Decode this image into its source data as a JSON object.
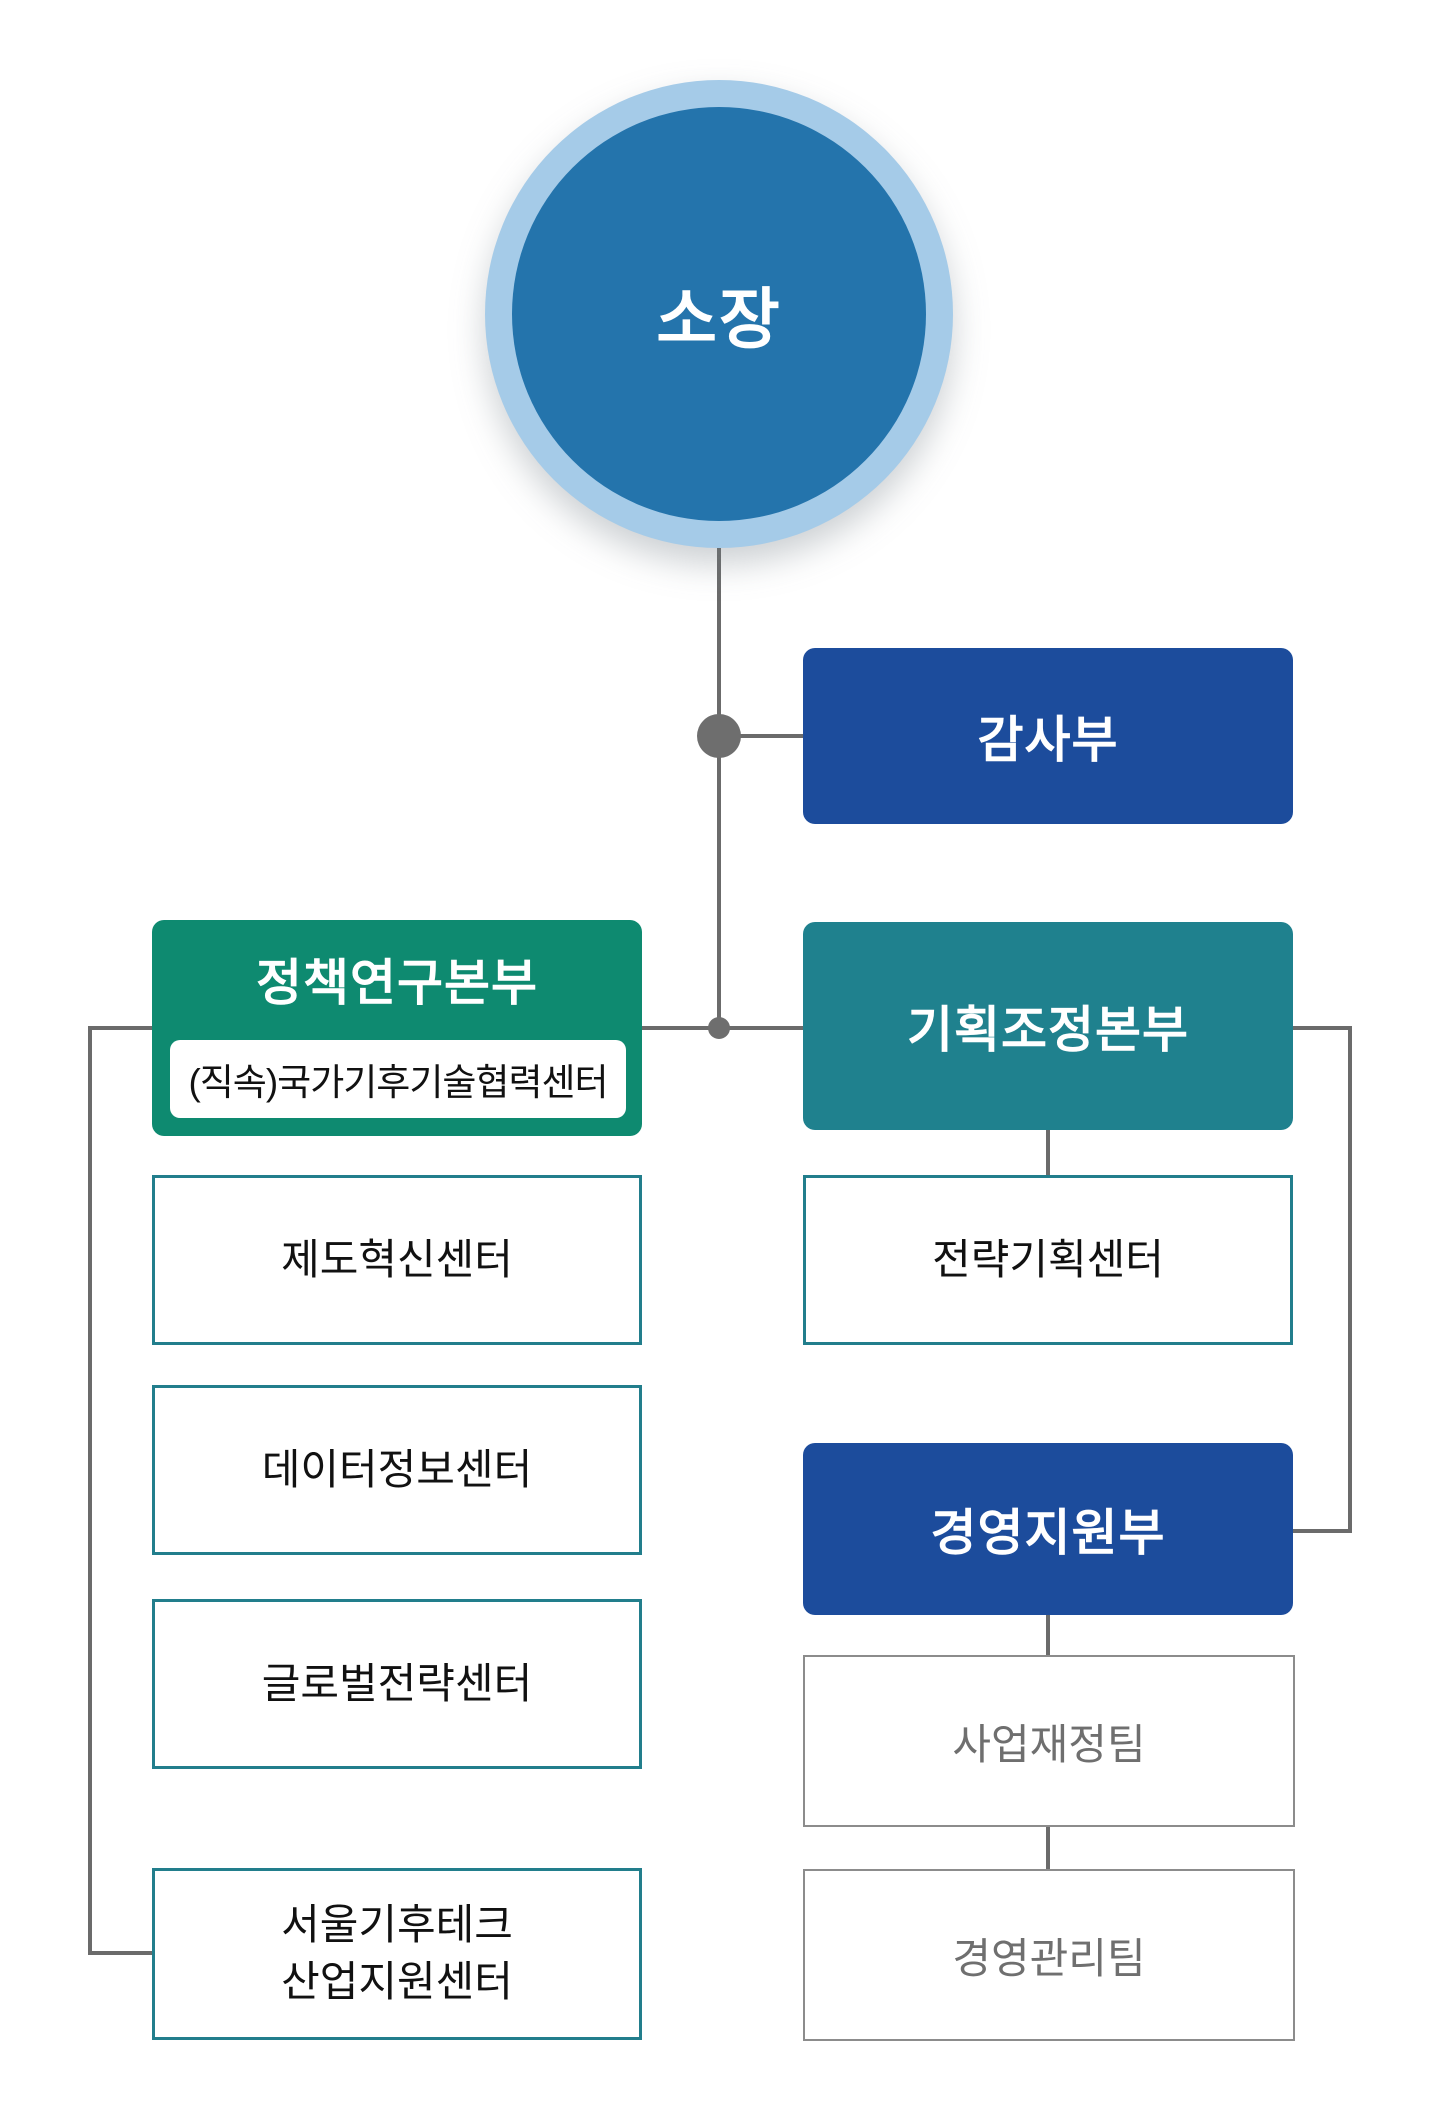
{
  "org_chart": {
    "director": {
      "label": "소장"
    },
    "audit_dept": {
      "label": "감사부"
    },
    "policy_division": {
      "label": "정책연구본부",
      "attached_center": "(직속)국가기후기술협력센터",
      "centers": [
        {
          "label": "제도혁신센터"
        },
        {
          "label": "데이터정보센터"
        },
        {
          "label": "글로벌전략센터"
        },
        {
          "label_line1": "서울기후테크",
          "label_line2": "산업지원센터"
        }
      ]
    },
    "planning_division": {
      "label": "기획조정본부",
      "centers": [
        {
          "label": "전략기획센터"
        }
      ]
    },
    "management_support_dept": {
      "label": "경영지원부",
      "teams": [
        {
          "label": "사업재정팀"
        },
        {
          "label": "경영관리팀"
        }
      ]
    },
    "colors": {
      "director_fill": "#2474ac",
      "director_ring": "#a5cbe8",
      "navy_box": "#1c4c9c",
      "green_box": "#0e8a70",
      "teal_box": "#1f818e",
      "teal_border": "#227e8c",
      "gray_border": "#8c8c8c",
      "gray_text": "#6f6f6f",
      "dark_text": "#111111",
      "connector_gray": "#6b6b6b",
      "white_text": "#ffffff"
    }
  }
}
